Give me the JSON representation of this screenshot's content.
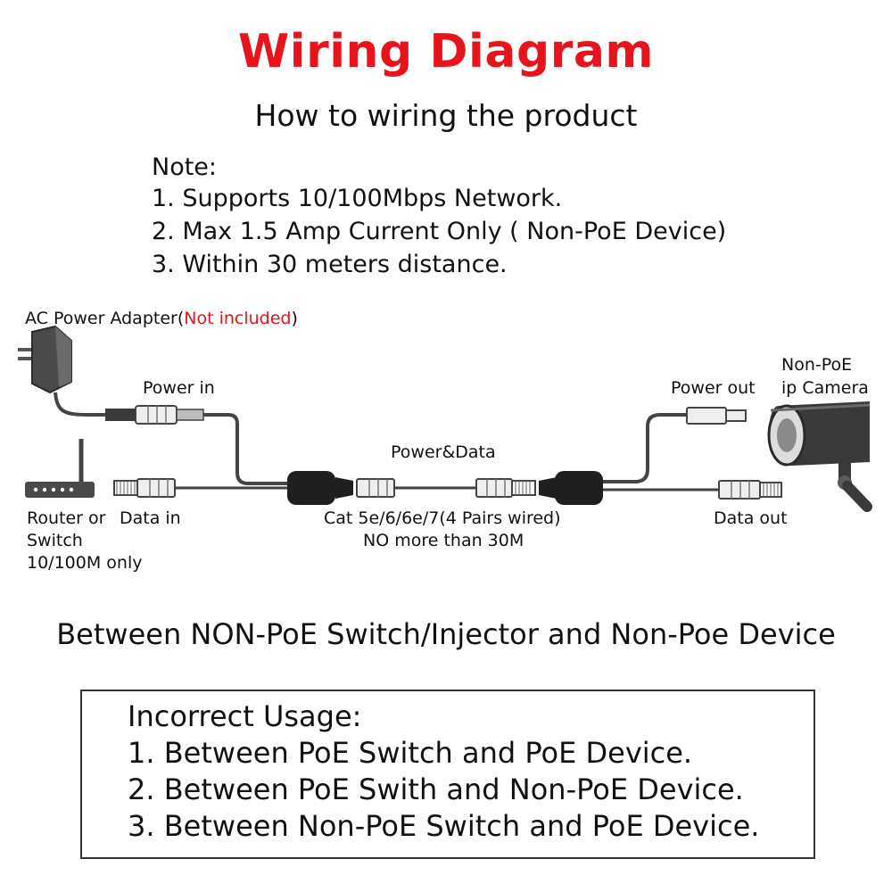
{
  "title": "Wiring Diagram",
  "subtitle": "How to wiring the product",
  "note": {
    "heading": "Note:",
    "items": [
      "1. Supports 10/100Mbps Network.",
      "2. Max 1.5 Amp Current Only ( Non-PoE Device)",
      "3. Within 30 meters distance."
    ]
  },
  "diagram": {
    "adapter_label": "AC Power Adapter(",
    "adapter_not_included": "Not included",
    "adapter_close": ")",
    "power_in": "Power in",
    "power_data": "Power&Data",
    "power_out": "Power out",
    "camera_line1": "Non-PoE",
    "camera_line2": "ip Camera",
    "router_line1": "Router or",
    "router_line2": "Switch",
    "router_line3": "10/100M only",
    "data_in": "Data in",
    "cable_line1": "Cat 5e/6/6e/7(4 Pairs wired)",
    "cable_line2": "NO more than 30M",
    "data_out": "Data out",
    "accent_color": "#e8141c"
  },
  "caption": "Between NON-PoE Switch/Injector and Non-Poe Device",
  "incorrect": {
    "heading": "Incorrect  Usage:",
    "items": [
      "1.  Between PoE Switch  and PoE Device.",
      "2.  Between PoE Swith and Non-PoE Device.",
      "3.  Between Non-PoE Switch and PoE Device."
    ]
  }
}
